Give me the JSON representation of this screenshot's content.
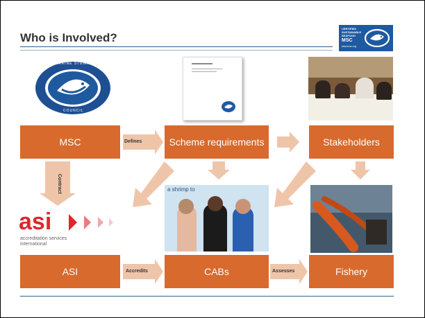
{
  "title": "Who is Involved?",
  "logo": {
    "line1": "CERTIFIED",
    "line2": "SUSTAINABLE",
    "line3": "SEAFOOD",
    "line4": "MSC",
    "line5": "www.msc.org"
  },
  "msc_seal": {
    "ring_text_top": "MARINE STEWARDSHIP",
    "ring_text_bottom": "COUNCIL"
  },
  "boxes": {
    "msc": "MSC",
    "scheme": "Scheme requirements",
    "stakeholders": "Stakeholders",
    "asi": "ASI",
    "cabs": "CABs",
    "fishery": "Fishery"
  },
  "arrows": {
    "defines": "Defines",
    "contract": "Contract",
    "accredits": "Accredits",
    "assesses": "Assesses"
  },
  "asi_logo": {
    "wordmark": "asi",
    "line1": "accreditation services",
    "line2": "international"
  },
  "cabs_photo": {
    "banner_text": "a shrimp to"
  },
  "colors": {
    "box": "#d86a2d",
    "arrow": "#efc5aa",
    "rule": "#2f5f8a",
    "msc_blue": "#1f5aa0"
  }
}
